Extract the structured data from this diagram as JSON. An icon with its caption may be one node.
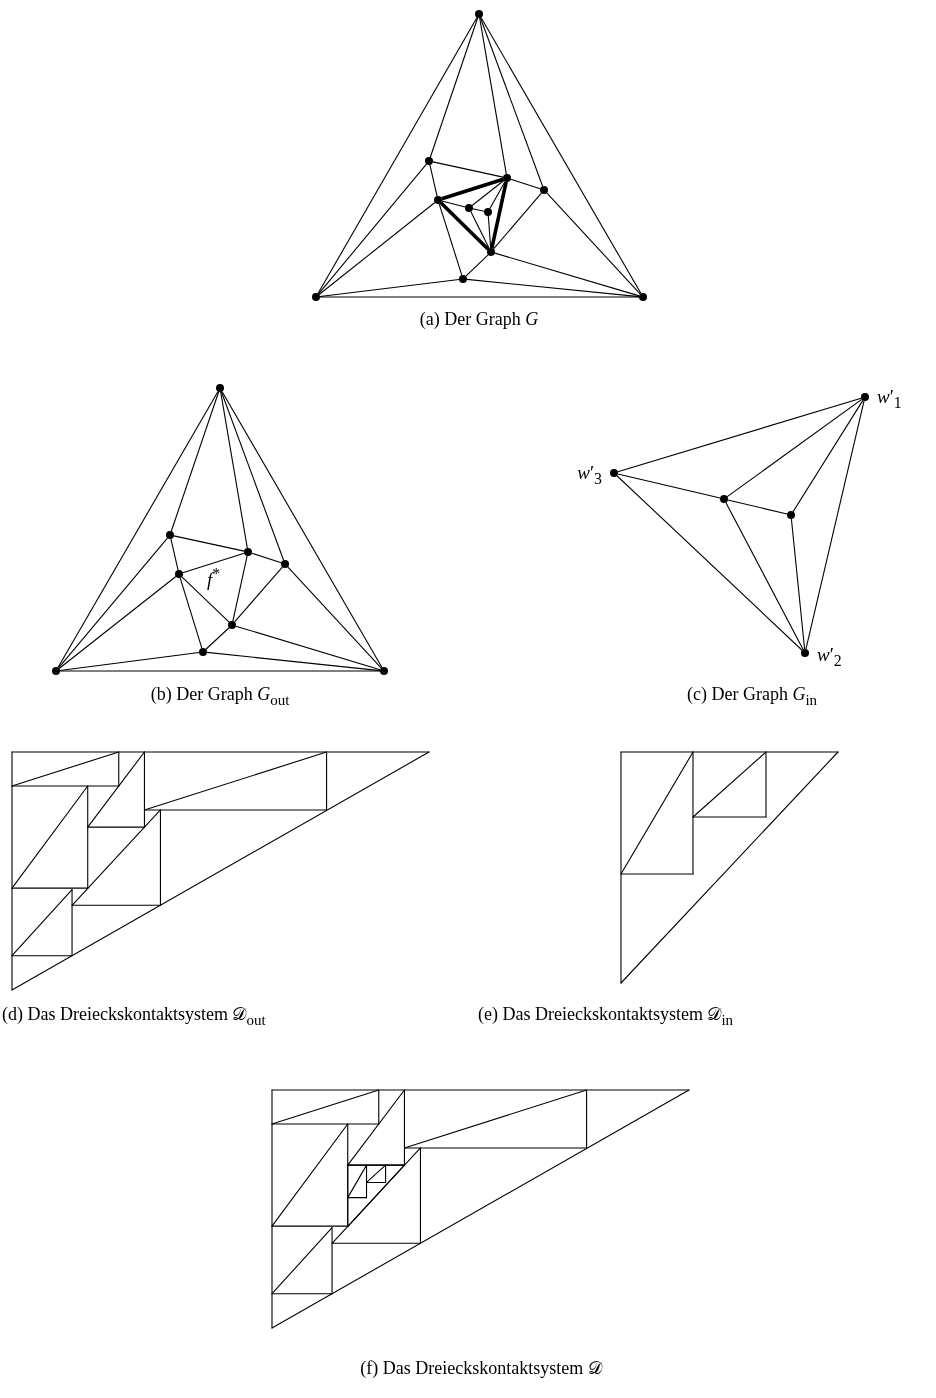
{
  "diagram": {
    "nodes": [
      {
        "text": [],
        "shape": "circle"
      },
      {
        "text": [],
        "shape": "circle"
      },
      {
        "text": [],
        "shape": "circle"
      },
      {
        "text": [],
        "shape": "circle"
      },
      {
        "text": [],
        "shape": "circle"
      },
      {
        "text": [],
        "shape": "circle"
      },
      {
        "text": [],
        "shape": "circle"
      },
      {
        "text": [],
        "shape": "circle"
      },
      {
        "text": [],
        "shape": "circle"
      },
      {
        "text": [],
        "shape": "circle"
      },
      {
        "text": [],
        "shape": "circle"
      },
      {
        "text": [],
        "shape": "circle"
      },
      {
        "text": [],
        "shape": "circle"
      },
      {
        "text": [],
        "shape": "circle"
      },
      {
        "text": [],
        "shape": "circle"
      },
      {
        "text": [],
        "shape": "circle"
      },
      {
        "text": [],
        "shape": "circle"
      },
      {
        "text": [],
        "shape": "circle"
      },
      {
        "text": [],
        "shape": "circle"
      },
      {
        "text": [],
        "shape": "circle"
      },
      {
        "text": [],
        "shape": "circle",
        "beside": [
          "*w*′$_{1}$"
        ]
      },
      {
        "text": [],
        "shape": "circle",
        "beside": [
          "*w*′$_{3}$"
        ]
      },
      {
        "text": [],
        "shape": "circle"
      },
      {
        "text": [],
        "shape": "circle"
      },
      {
        "text": [],
        "shape": "circle",
        "beside": [
          "*w*′$_{2}$"
        ]
      }
    ],
    "edges": [
      {
        "from": 0,
        "to": 1,
        "arrow": "none"
      },
      {
        "from": 0,
        "to": 2,
        "arrow": "none"
      },
      {
        "from": 0,
        "to": 3,
        "arrow": "none"
      },
      {
        "from": 0,
        "to": 9,
        "arrow": "none"
      },
      {
        "from": 0,
        "to": 10,
        "arrow": "none"
      },
      {
        "from": 1,
        "to": 2,
        "arrow": "none"
      },
      {
        "from": 1,
        "to": 4,
        "arrow": "none"
      },
      {
        "from": 1,
        "to": 9,
        "arrow": "none"
      },
      {
        "from": 2,
        "to": 3,
        "arrow": "none"
      },
      {
        "from": 2,
        "to": 4,
        "arrow": "none",
        "style": "thick"
      },
      {
        "from": 2,
        "to": 5,
        "arrow": "none"
      },
      {
        "from": 2,
        "to": 6,
        "arrow": "none"
      },
      {
        "from": 2,
        "to": 7,
        "arrow": "none",
        "style": "thick"
      },
      {
        "from": 3,
        "to": 7,
        "arrow": "none"
      },
      {
        "from": 3,
        "to": 10,
        "arrow": "none"
      },
      {
        "from": 4,
        "to": 5,
        "arrow": "none"
      },
      {
        "from": 4,
        "to": 7,
        "arrow": "none",
        "style": "thick"
      },
      {
        "from": 4,
        "to": 8,
        "arrow": "none"
      },
      {
        "from": 4,
        "to": 9,
        "arrow": "none"
      },
      {
        "from": 5,
        "to": 6,
        "arrow": "none"
      },
      {
        "from": 5,
        "to": 7,
        "arrow": "none"
      },
      {
        "from": 6,
        "to": 7,
        "arrow": "none"
      },
      {
        "from": 7,
        "to": 8,
        "arrow": "none"
      },
      {
        "from": 7,
        "to": 10,
        "arrow": "none"
      },
      {
        "from": 8,
        "to": 9,
        "arrow": "none"
      },
      {
        "from": 8,
        "to": 10,
        "arrow": "none"
      },
      {
        "from": 9,
        "to": 10,
        "arrow": "none"
      },
      {
        "from": 11,
        "to": 12,
        "arrow": "none"
      },
      {
        "from": 11,
        "to": 13,
        "arrow": "none"
      },
      {
        "from": 11,
        "to": 14,
        "arrow": "none"
      },
      {
        "from": 11,
        "to": 18,
        "arrow": "none"
      },
      {
        "from": 11,
        "to": 19,
        "arrow": "none"
      },
      {
        "from": 12,
        "to": 13,
        "arrow": "none"
      },
      {
        "from": 12,
        "to": 15,
        "arrow": "none"
      },
      {
        "from": 12,
        "to": 18,
        "arrow": "none"
      },
      {
        "from": 13,
        "to": 14,
        "arrow": "none"
      },
      {
        "from": 13,
        "to": 15,
        "arrow": "none"
      },
      {
        "from": 13,
        "to": 16,
        "arrow": "none"
      },
      {
        "from": 14,
        "to": 16,
        "arrow": "none"
      },
      {
        "from": 14,
        "to": 19,
        "arrow": "none"
      },
      {
        "from": 15,
        "to": 16,
        "arrow": "none"
      },
      {
        "from": 15,
        "to": 17,
        "arrow": "none"
      },
      {
        "from": 15,
        "to": 18,
        "arrow": "none"
      },
      {
        "from": 16,
        "to": 17,
        "arrow": "none"
      },
      {
        "from": 16,
        "to": 19,
        "arrow": "none"
      },
      {
        "from": 17,
        "to": 18,
        "arrow": "none"
      },
      {
        "from": 17,
        "to": 19,
        "arrow": "none"
      },
      {
        "from": 18,
        "to": 19,
        "arrow": "none"
      },
      {
        "from": 20,
        "to": 21,
        "arrow": "none"
      },
      {
        "from": 20,
        "to": 22,
        "arrow": "none"
      },
      {
        "from": 20,
        "to": 23,
        "arrow": "none"
      },
      {
        "from": 20,
        "to": 24,
        "arrow": "none"
      },
      {
        "from": 21,
        "to": 22,
        "arrow": "none"
      },
      {
        "from": 21,
        "to": 24,
        "arrow": "none"
      },
      {
        "from": 22,
        "to": 23,
        "arrow": "none"
      },
      {
        "from": 22,
        "to": 24,
        "arrow": "none"
      },
      {
        "from": 23,
        "to": 24,
        "arrow": "none"
      }
    ],
    "labels": [
      "(a) Der Graph *G*",
      "*f*$^{*}$",
      "(b) Der Graph *G*$_{out}$",
      "(c) Der Graph *G*$_{in}$",
      "(d) Das Dreieckskontaktsystem 𝒟$_{out}$",
      "(e) Das Dreieckskontaktsystem 𝒟$_{in}$",
      "(f) Das Dreieckskontaktsystem 𝒟"
    ]
  }
}
